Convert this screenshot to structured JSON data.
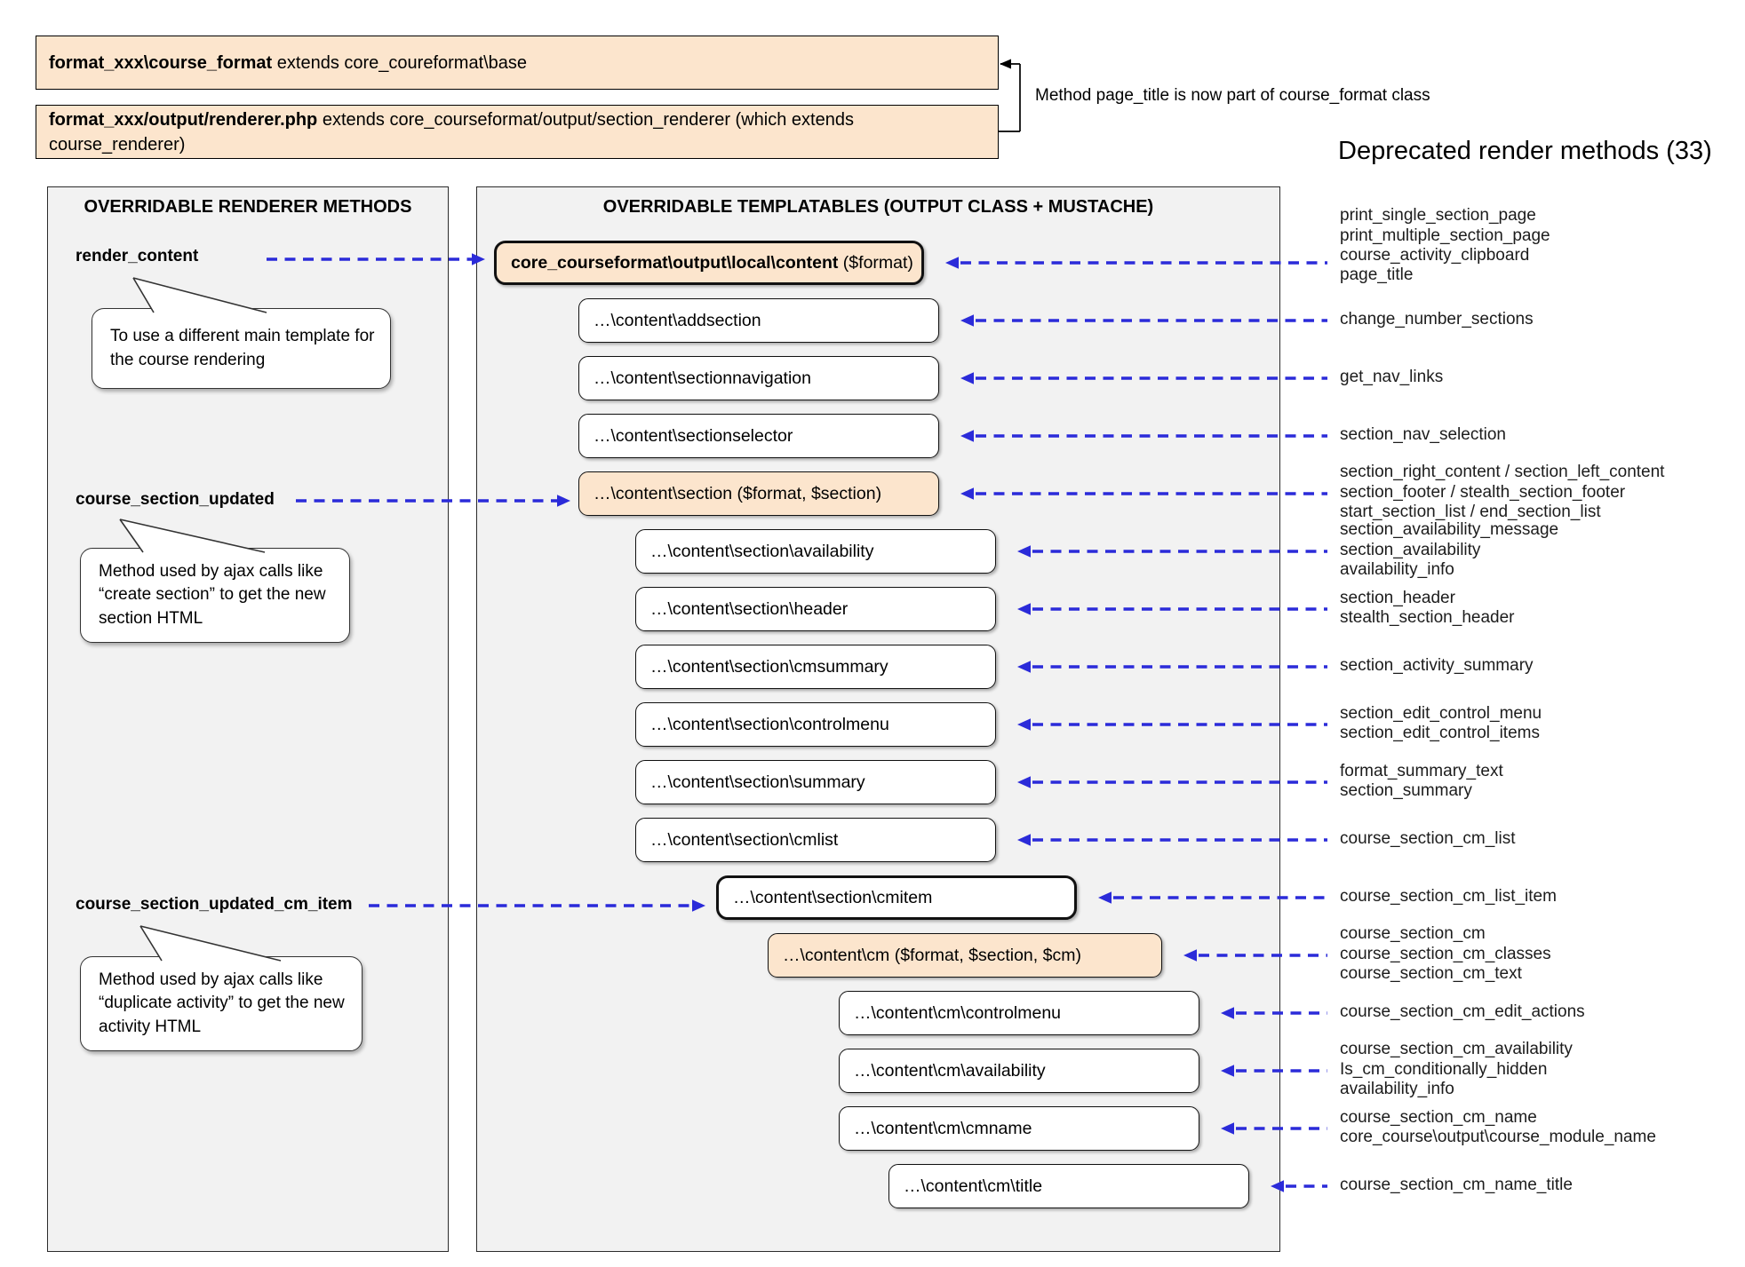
{
  "top": {
    "class_box_1": {
      "bold": "format_xxx\\course_format",
      "rest": " extends core_coureformat\\base"
    },
    "class_box_2": {
      "bold": "format_xxx/output/renderer.php",
      "rest": " extends core_courseformat/output/section_renderer (which extends course_renderer)"
    },
    "bracket_note": "Method page_title is now part of course_format class",
    "deprecated_heading": "Deprecated render methods (33)"
  },
  "left_panel": {
    "title": "OVERRIDABLE RENDERER METHODS",
    "methods": [
      {
        "name": "render_content",
        "tooltip_lines": [
          "To use a different main template for",
          "the course rendering"
        ]
      },
      {
        "name": "course_section_updated",
        "tooltip_lines": [
          "Method used by ajax calls like",
          "“create section” to get the new",
          "section HTML"
        ]
      },
      {
        "name": "course_section_updated_cm_item",
        "tooltip_lines": [
          "Method used by ajax calls like",
          "“duplicate activity” to get the new",
          "activity HTML"
        ]
      }
    ]
  },
  "middle_panel": {
    "title": "OVERRIDABLE TEMPLATABLES (OUTPUT CLASS + MUSTACHE)",
    "boxes": [
      {
        "id": "content",
        "bold": "core_courseformat\\output\\local\\content",
        "rest": " ($format)",
        "variant": "orange",
        "emphasis": true
      },
      {
        "id": "addsection",
        "label": "…\\content\\addsection",
        "variant": "plain",
        "emphasis": false
      },
      {
        "id": "sectionnavigation",
        "label": "…\\content\\sectionnavigation",
        "variant": "plain",
        "emphasis": false
      },
      {
        "id": "sectionselector",
        "label": "…\\content\\sectionselector",
        "variant": "plain",
        "emphasis": false
      },
      {
        "id": "section",
        "label": "…\\content\\section ($format, $section)",
        "variant": "orange",
        "emphasis": false
      },
      {
        "id": "section-availability",
        "label": "…\\content\\section\\availability",
        "variant": "plain",
        "emphasis": false
      },
      {
        "id": "section-header",
        "label": "…\\content\\section\\header",
        "variant": "plain",
        "emphasis": false
      },
      {
        "id": "section-cmsummary",
        "label": "…\\content\\section\\cmsummary",
        "variant": "plain",
        "emphasis": false
      },
      {
        "id": "section-controlmenu",
        "label": "…\\content\\section\\controlmenu",
        "variant": "plain",
        "emphasis": false
      },
      {
        "id": "section-summary",
        "label": "…\\content\\section\\summary",
        "variant": "plain",
        "emphasis": false
      },
      {
        "id": "section-cmlist",
        "label": "…\\content\\section\\cmlist",
        "variant": "plain",
        "emphasis": false
      },
      {
        "id": "section-cmitem",
        "label": "…\\content\\section\\cmitem",
        "variant": "plain",
        "emphasis": true
      },
      {
        "id": "cm",
        "label": "…\\content\\cm ($format, $section, $cm)",
        "variant": "orange",
        "emphasis": false
      },
      {
        "id": "cm-controlmenu",
        "label": "…\\content\\cm\\controlmenu",
        "variant": "plain",
        "emphasis": false
      },
      {
        "id": "cm-availability",
        "label": "…\\content\\cm\\availability",
        "variant": "plain",
        "emphasis": false
      },
      {
        "id": "cm-cmname",
        "label": "…\\content\\cm\\cmname",
        "variant": "plain",
        "emphasis": false
      },
      {
        "id": "cm-title",
        "label": "…\\content\\cm\\title",
        "variant": "plain",
        "emphasis": false
      }
    ]
  },
  "deprecated_methods": {
    "groups": [
      {
        "lines": [
          "print_single_section_page",
          "print_multiple_section_page",
          "course_activity_clipboard",
          "page_title"
        ]
      },
      {
        "lines": [
          "change_number_sections"
        ]
      },
      {
        "lines": [
          "get_nav_links"
        ]
      },
      {
        "lines": [
          "section_nav_selection"
        ]
      },
      {
        "lines": [
          "section_right_content / section_left_content",
          "section_footer / stealth_section_footer",
          "start_section_list / end_section_list"
        ]
      },
      {
        "lines": [
          "section_availability_message",
          "section_availability",
          "availability_info"
        ]
      },
      {
        "lines": [
          "section_header",
          "stealth_section_header"
        ]
      },
      {
        "lines": [
          "section_activity_summary"
        ]
      },
      {
        "lines": [
          "section_edit_control_menu",
          "section_edit_control_items"
        ]
      },
      {
        "lines": [
          "format_summary_text",
          "section_summary"
        ]
      },
      {
        "lines": [
          "course_section_cm_list"
        ]
      },
      {
        "lines": [
          "course_section_cm_list_item"
        ]
      },
      {
        "lines": [
          "course_section_cm",
          "course_section_cm_classes",
          "course_section_cm_text"
        ]
      },
      {
        "lines": [
          "course_section_cm_edit_actions"
        ]
      },
      {
        "lines": [
          "course_section_cm_availability",
          "Is_cm_conditionally_hidden",
          "availability_info"
        ]
      },
      {
        "lines": [
          "course_section_cm_name",
          "core_course\\output\\course_module_name"
        ]
      },
      {
        "lines": [
          "course_section_cm_name_title"
        ]
      }
    ]
  },
  "colors": {
    "accent_blue": "#2b2bd9",
    "box_orange": "#fce5cd",
    "panel_bg": "#f2f2f2",
    "line_black": "#111111"
  }
}
